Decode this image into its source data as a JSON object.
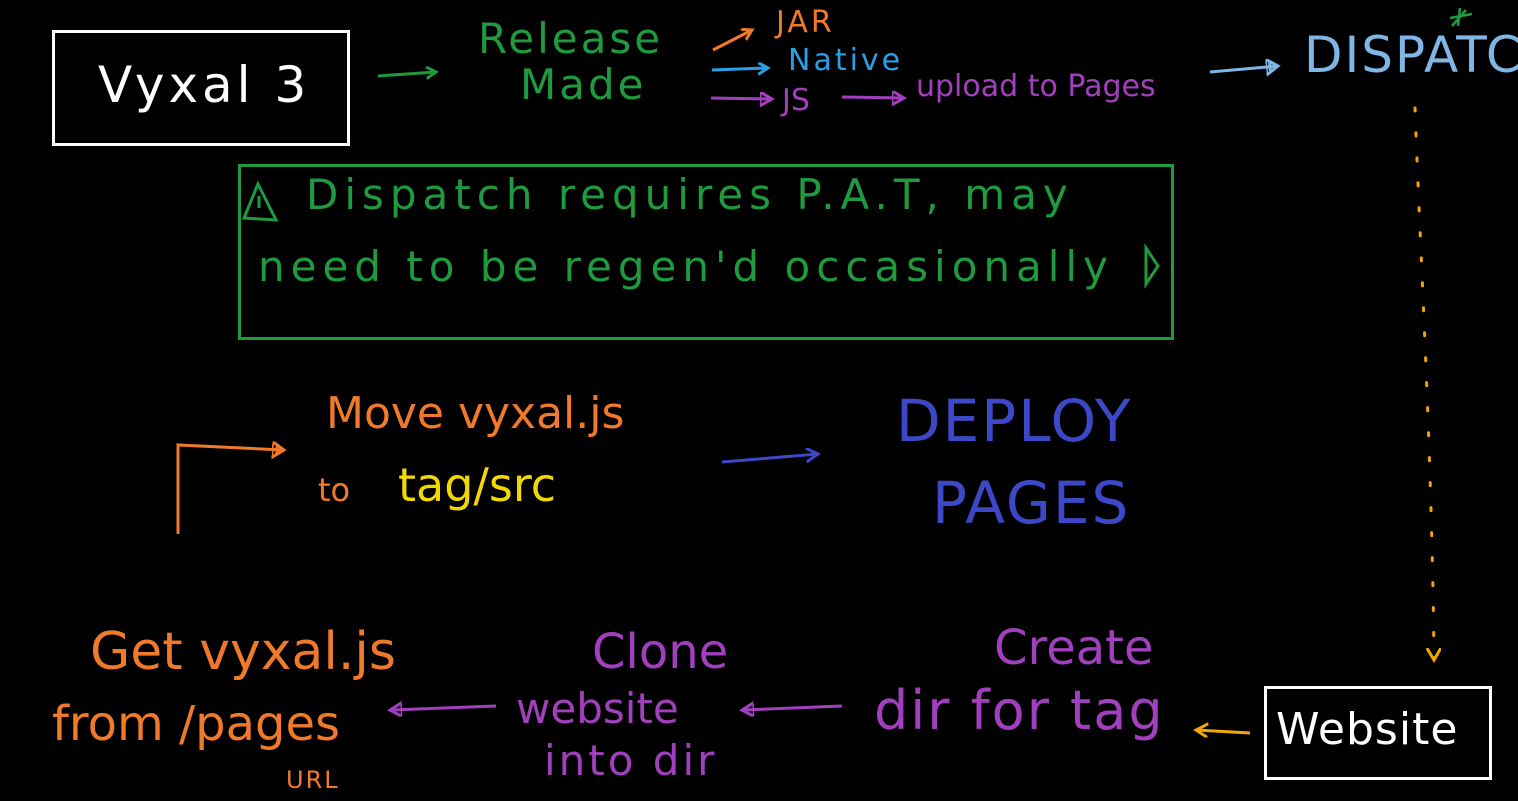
{
  "colors": {
    "background": "#000000",
    "white": "#ffffff",
    "green": "#1f9a3e",
    "orange": "#f07a2a",
    "sky": "#2aa0e8",
    "purple": "#a23fbe",
    "lightblue": "#7fb6e6",
    "yellow": "#f2d800",
    "blue": "#3d48c8",
    "gold": "#f2a600"
  },
  "nodes": {
    "vyxal": "Vyxal 3",
    "release": [
      "Release",
      "Made"
    ],
    "jar": "JAR",
    "native": "Native",
    "js": "JS",
    "upload": "upload to Pages",
    "dispatch": "DISPATCH",
    "website": "Website",
    "create": [
      "Create",
      "dir for tag"
    ],
    "clone": [
      "Clone",
      "website",
      "into dir"
    ],
    "get": [
      "Get vyxal.js",
      "from /pages",
      "URL"
    ],
    "move": [
      "Move vyxal.js",
      "to",
      "tag/src"
    ],
    "deploy": [
      "DEPLOY",
      "PAGES"
    ]
  },
  "note": [
    "Dispatch requires P.A.T, may",
    "need to be regen'd occasionally"
  ]
}
